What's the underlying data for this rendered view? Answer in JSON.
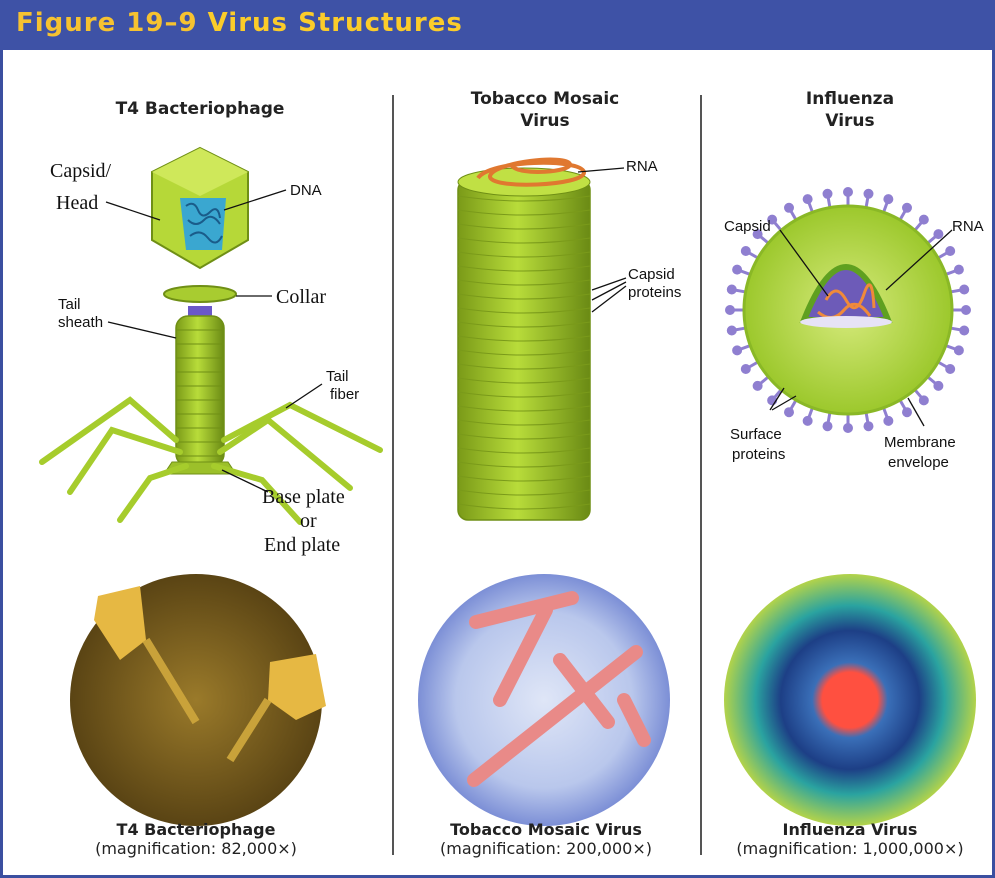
{
  "header": {
    "figure_label": "Figure 19–9",
    "title": "Virus Structures"
  },
  "columns": [
    {
      "title": "T4 Bacteriophage",
      "labels": {
        "capsid_head_1": "Capsid/",
        "capsid_head_2": "Head",
        "dna": "DNA",
        "collar": "Collar",
        "tail_sheath_1": "Tail",
        "tail_sheath_2": "sheath",
        "tail_fiber_1": "Tail",
        "tail_fiber_2": "fiber",
        "base_plate_1": "Base plate",
        "base_plate_2": "or",
        "base_plate_3": "End plate"
      },
      "caption_name": "T4 Bacteriophage",
      "caption_mag": "(magnification: 82,000×)"
    },
    {
      "title_1": "Tobacco Mosaic",
      "title_2": "Virus",
      "labels": {
        "rna": "RNA",
        "capsid_proteins_1": "Capsid",
        "capsid_proteins_2": "proteins"
      },
      "caption_name": "Tobacco Mosaic Virus",
      "caption_mag": "(magnification: 200,000×)"
    },
    {
      "title_1": "Influenza",
      "title_2": "Virus",
      "labels": {
        "capsid": "Capsid",
        "rna": "RNA",
        "surface_proteins_1": "Surface",
        "surface_proteins_2": "proteins",
        "membrane_envelope_1": "Membrane",
        "membrane_envelope_2": "envelope"
      },
      "caption_name": "Influenza Virus",
      "caption_mag": "(magnification: 1,000,000×)"
    }
  ],
  "colors": {
    "header_bg": "#3e52a6",
    "header_text": "#fbcc2a",
    "virus_green": "#a6cc2c",
    "protein_purple": "#8f7fd0",
    "rna_orange": "#e07830"
  }
}
